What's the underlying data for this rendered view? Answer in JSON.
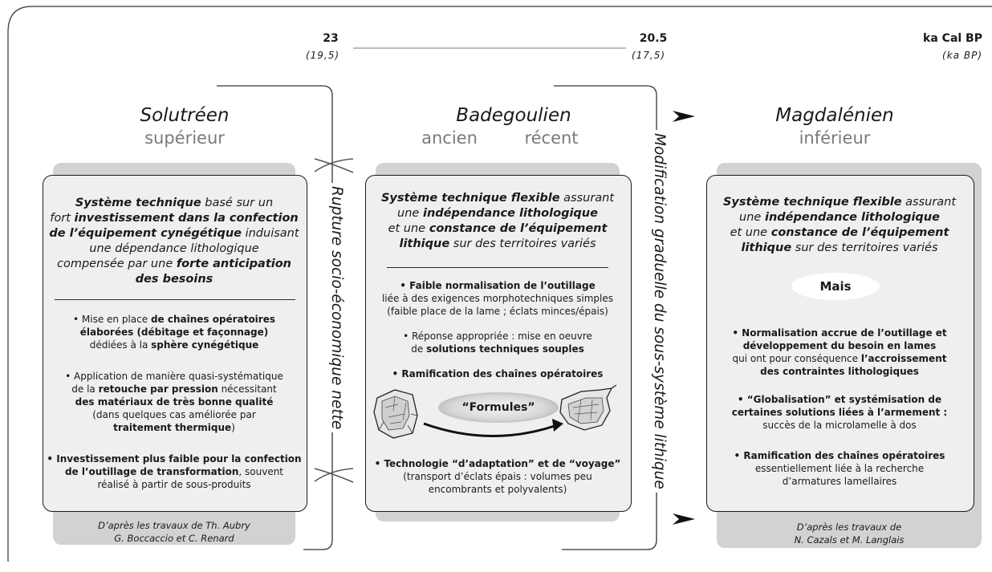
{
  "timeline": {
    "ticks": [
      {
        "main": "23",
        "sub": "(19,5)"
      },
      {
        "main": "20.5",
        "sub": "(17,5)"
      },
      {
        "main": "ka Cal BP",
        "sub": "(ka BP)"
      }
    ]
  },
  "transitions": {
    "rupture": "Rupture socio-économique nette",
    "modification": "Modification graduelle du sous-système lithique"
  },
  "columns": {
    "solutreen": {
      "title": "Solutréen",
      "subtitle": "supérieur",
      "intro": [
        [
          {
            "t": "Système technique",
            "b": true,
            "i": true
          },
          {
            "t": " basé sur un",
            "i": true
          }
        ],
        [
          {
            "t": "fort ",
            "i": true
          },
          {
            "t": "investissement dans la confection",
            "b": true,
            "i": true
          }
        ],
        [
          {
            "t": "de l’équipement cynégétique",
            "b": true,
            "i": true
          },
          {
            "t": " induisant",
            "i": true
          }
        ],
        [
          {
            "t": "une dépendance lithologique",
            "i": true
          }
        ],
        [
          {
            "t": "compensée par une ",
            "i": true
          },
          {
            "t": "forte anticipation",
            "b": true,
            "i": true
          }
        ],
        [
          {
            "t": "des besoins",
            "b": true,
            "i": true
          }
        ]
      ],
      "bullets": [
        [
          [
            {
              "t": "• Mise en place "
            },
            {
              "t": "de chaînes opératoires",
              "b": true
            }
          ],
          [
            {
              "t": "élaborées (débitage et façonnage)",
              "b": true
            }
          ],
          [
            {
              "t": "dédiées à la "
            },
            {
              "t": "sphère cynégétique",
              "b": true
            }
          ]
        ],
        [
          [
            {
              "t": "• Application de manière quasi-systématique"
            }
          ],
          [
            {
              "t": "de la "
            },
            {
              "t": "retouche par pression",
              "b": true
            },
            {
              "t": " nécessitant"
            }
          ],
          [
            {
              "t": "des matériaux de très bonne qualité",
              "b": true
            }
          ],
          [
            {
              "t": "(dans quelques cas améliorée par"
            }
          ],
          [
            {
              "t": "traitement thermique",
              "b": true
            },
            {
              "t": ")"
            }
          ]
        ],
        [
          [
            {
              "t": "• Investissement plus faible pour la confection",
              "b": true
            }
          ],
          [
            {
              "t": "de l’outillage de transformation",
              "b": true
            },
            {
              "t": ", souvent"
            }
          ],
          [
            {
              "t": "réalisé à partir de sous-produits"
            }
          ]
        ]
      ],
      "credit": [
        "D’après les travaux de Th. Aubry",
        "G. Boccaccio et C. Renard"
      ]
    },
    "badegoulien": {
      "title": "Badegoulien",
      "subtitle_left": "ancien",
      "subtitle_right": "récent",
      "intro": [
        [
          {
            "t": "Système technique flexible",
            "b": true,
            "i": true
          },
          {
            "t": " assurant",
            "i": true
          }
        ],
        [
          {
            "t": "une ",
            "i": true
          },
          {
            "t": "indépendance lithologique",
            "b": true,
            "i": true
          }
        ],
        [
          {
            "t": "et une ",
            "i": true
          },
          {
            "t": "constance de l’équipement",
            "b": true,
            "i": true
          }
        ],
        [
          {
            "t": "lithique",
            "b": true,
            "i": true
          },
          {
            "t": " sur des territoires variés",
            "i": true
          }
        ]
      ],
      "bullets_top": [
        [
          [
            {
              "t": "• Faible normalisation de l’outillage",
              "b": true
            }
          ],
          [
            {
              "t": "liée à des exigences morphotechniques simples"
            }
          ],
          [
            {
              "t": "(faible place de la lame ; éclats minces/épais)"
            }
          ]
        ],
        [
          [
            {
              "t": "• Réponse appropriée : mise en oeuvre"
            }
          ],
          [
            {
              "t": "de "
            },
            {
              "t": "solutions techniques souples",
              "b": true
            }
          ]
        ],
        [
          [
            {
              "t": "• Ramification des chaînes opératoires",
              "b": true
            }
          ]
        ]
      ],
      "formules": "“Formules”",
      "bullets_bottom": [
        [
          [
            {
              "t": "• Technologie “d’adaptation” et de “voyage”",
              "b": true
            }
          ],
          [
            {
              "t": "(transport d’éclats épais : volumes peu"
            }
          ],
          [
            {
              "t": "encombrants et polyvalents)"
            }
          ]
        ]
      ]
    },
    "magdalenien": {
      "title": "Magdalénien",
      "subtitle": "inférieur",
      "intro": [
        [
          {
            "t": "Système technique flexible",
            "b": true,
            "i": true
          },
          {
            "t": " assurant",
            "i": true
          }
        ],
        [
          {
            "t": "une ",
            "i": true
          },
          {
            "t": "indépendance lithologique",
            "b": true,
            "i": true
          }
        ],
        [
          {
            "t": "et une ",
            "i": true
          },
          {
            "t": "constance de l’équipement",
            "b": true,
            "i": true
          }
        ],
        [
          {
            "t": "lithique",
            "b": true,
            "i": true
          },
          {
            "t": " sur des territoires variés",
            "i": true
          }
        ]
      ],
      "mais": "Mais",
      "bullets": [
        [
          [
            {
              "t": "• Normalisation accrue de l’outillage et",
              "b": true
            }
          ],
          [
            {
              "t": "développement du besoin en lames",
              "b": true
            }
          ],
          [
            {
              "t": "qui ont pour conséquence "
            },
            {
              "t": "l’accroissement",
              "b": true
            }
          ],
          [
            {
              "t": "des contraintes lithologiques",
              "b": true
            }
          ]
        ],
        [
          [
            {
              "t": "• “Globalisation” et systémisation de",
              "b": true
            }
          ],
          [
            {
              "t": "certaines solutions liées à l’armement :",
              "b": true
            }
          ],
          [
            {
              "t": "succès de la microlamelle à dos"
            }
          ]
        ],
        [
          [
            {
              "t": "• Ramification des chaînes opératoires",
              "b": true
            }
          ],
          [
            {
              "t": "essentiellement liée à la recherche"
            }
          ],
          [
            {
              "t": "d’armatures lamellaires"
            }
          ]
        ]
      ],
      "credit": [
        "D’après les travaux de",
        "N. Cazals et M. Langlais"
      ]
    }
  }
}
